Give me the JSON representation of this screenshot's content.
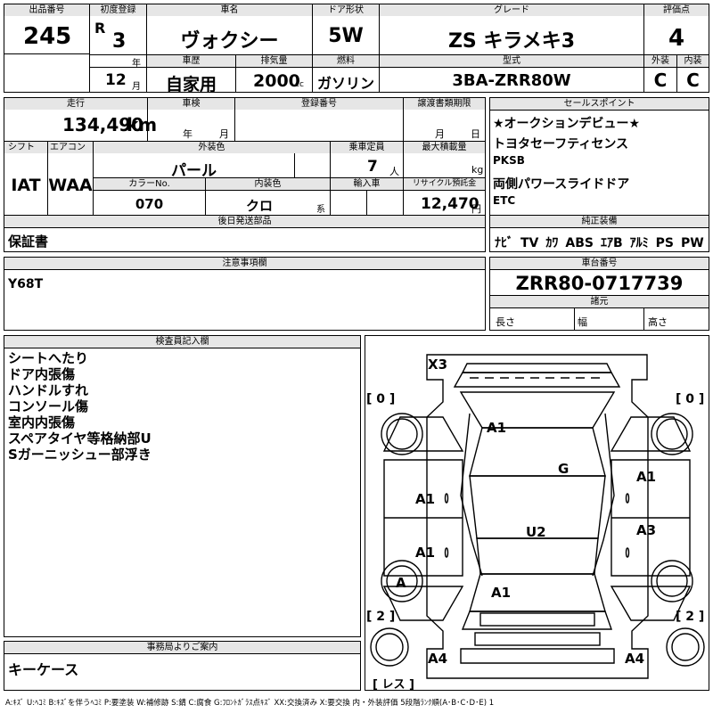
{
  "headers": {
    "lot": "出品番号",
    "first_reg": "初度登録",
    "name": "車名",
    "door": "ドア形状",
    "grade": "グレード",
    "score": "評価点",
    "history": "車歴",
    "displacement": "排気量",
    "fuel": "燃料",
    "model": "型式",
    "exterior": "外装",
    "interior": "内装",
    "mileage": "走行",
    "inspection": "車検",
    "reg_no": "登録番号",
    "transfer": "譲渡書類期限",
    "selling": "セールスポイント",
    "shift": "シフト",
    "ac": "エアコン",
    "color": "外装色",
    "seats": "乗車定員",
    "load": "最大積載量",
    "color_no": "カラーNo.",
    "int_color": "内装色",
    "import": "輸入車",
    "recycle": "リサイクル預託金",
    "later": "後日発送部品",
    "equipment": "純正装備",
    "notes": "注意事項欄",
    "chassis": "車台番号",
    "specs": "諸元",
    "inspector": "検査員記入欄",
    "office": "事務局よりご案内"
  },
  "vehicle": {
    "lot": "245",
    "era": "R",
    "year": "3",
    "year_unit": "年",
    "month": "12",
    "month_unit": "月",
    "name": "ヴォクシー",
    "door": "5W",
    "grade": "ZS キラメキ3",
    "score": "4",
    "history": "自家用",
    "displacement": "2000",
    "cc": "cc",
    "fuel": "ガソリン",
    "model": "3BA-ZRR80W",
    "exterior": "C",
    "interior": "C",
    "mileage": "134,490",
    "km": "km",
    "insp_year": "年",
    "insp_month": "月",
    "tr_month": "月",
    "tr_day": "日",
    "shift": "IAT",
    "ac": "WAA",
    "color": "パール",
    "seats": "7",
    "seats_unit": "人",
    "load_unit": "kg",
    "color_no": "070",
    "int_color": "クロ",
    "int_suffix": "系",
    "recycle": "12,470",
    "yen": "円",
    "later": "保証書",
    "notes": "Y68T",
    "chassis": "ZRR80-0717739",
    "len": "長さ",
    "wid": "幅",
    "hgt": "高さ",
    "office": "キーケース"
  },
  "selling_points": [
    "★オークションデビュー★",
    "トヨタセーフティセンス",
    "PKSB",
    "両側パワースライドドア",
    "ETC"
  ],
  "equipment": [
    "ﾅﾋﾞ",
    "TV",
    "ｶﾜ",
    "ABS",
    "ｴｱB",
    "ｱﾙﾐ",
    "PS",
    "PW"
  ],
  "inspector_notes": [
    "シートへたり",
    "ドア内張傷",
    "ハンドルすれ",
    "コンソール傷",
    "室内内張傷",
    "スペアタイヤ等格納部U",
    "Sガーニッシュー部浮き"
  ],
  "diagram": {
    "x3": "X3",
    "g": "G",
    "u2": "U2",
    "a1_roof": "A1",
    "a1_l1": "A1",
    "a1_l2": "A1",
    "a1_r1": "A1",
    "a3_r": "A3",
    "a1_rear": "A1",
    "a_wheel": "A",
    "a4_l": "A4",
    "a4_r": "A4",
    "tire_fl": "[ 0 ]",
    "tire_fr": "[ 0 ]",
    "tire_rl": "[ 2 ]",
    "tire_rr": "[ 2 ]",
    "spare": "[ レス ]"
  },
  "legend": "A:ｷｽﾞ U:ﾍｺﾐ B:ｷｽﾞを伴うﾍｺﾐ P:要塗装 W:補修跡 S:錆 C:腐食 G:ﾌﾛﾝﾄｶﾞﾗｽ点ｷｽﾞ XX:交換済み X:要交換 内・外装評価 5段階ﾗﾝｸ順(A･B･C･D･E) 1"
}
